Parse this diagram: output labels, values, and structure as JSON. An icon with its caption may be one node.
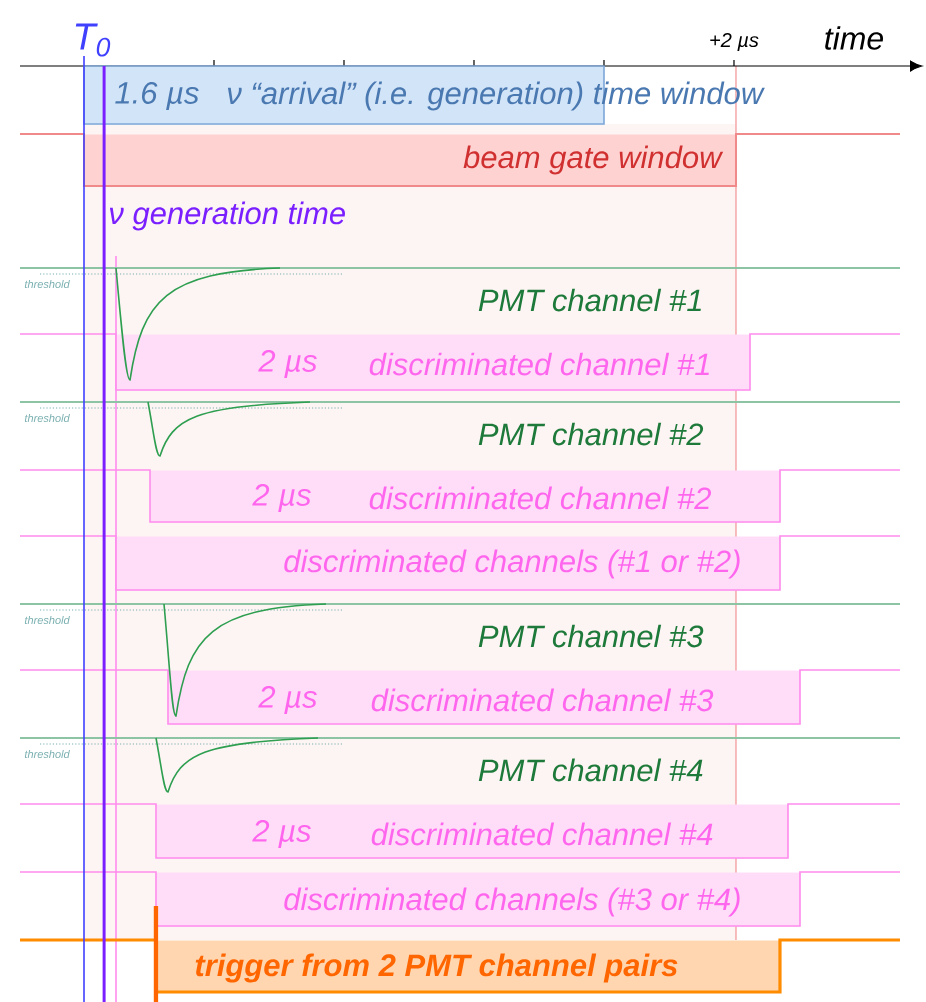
{
  "diagram": {
    "nodes": [
      {
        "text": [
          "1.6 µs",
          "ν “arrival” (i.e. generation) time window"
        ]
      },
      {
        "text": [
          "beam gate window"
        ]
      },
      {
        "text": [
          "2 µs",
          "discriminated channel #1"
        ]
      },
      {
        "text": [
          "2 µs",
          "discriminated channel #2"
        ]
      },
      {
        "text": [
          "discriminated channels (#1 or #2)"
        ]
      },
      {
        "text": [
          "2 µs",
          "discriminated channel #3"
        ]
      },
      {
        "text": [
          "2 µs",
          "discriminated channel #4"
        ]
      },
      {
        "text": [
          "discriminated channels (#3 or #4)"
        ]
      },
      {
        "text": [
          "trigger from 2 PMT channel pairs"
        ]
      }
    ],
    "labels": [
      "T$_{0}$",
      "+2 µs",
      "time",
      "ν generation time",
      "threshold",
      "PMT channel #1",
      "threshold",
      "PMT channel #2",
      "threshold",
      "PMT channel #3",
      "threshold",
      "PMT channel #4"
    ]
  }
}
